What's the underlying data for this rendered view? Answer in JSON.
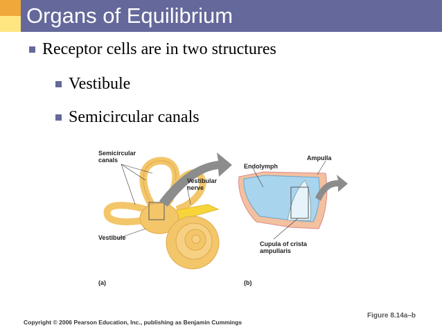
{
  "slide": {
    "title": "Organs of Equilibrium",
    "bullets": [
      "Receptor cells are in two structures",
      "Vestibule",
      "Semicircular canals"
    ]
  },
  "figure": {
    "labels": {
      "semicircular_canals_1": "Semicircular",
      "semicircular_canals_2": "canals",
      "vestibular_nerve_1": "Vestibular",
      "vestibular_nerve_2": "nerve",
      "vestibule": "Vestibule",
      "endolymph": "Endolymph",
      "ampulla": "Ampulla",
      "cupula_1": "Cupula of crista",
      "cupula_2": "ampullaris",
      "part_a": "(a)",
      "part_b": "(b)"
    }
  },
  "footer": {
    "copyright": "Copyright © 2006 Pearson Education, Inc., publishing as Benjamin Cummings",
    "figure_ref": "Figure 8.14a–b"
  },
  "colors": {
    "title_bar": "#64689a",
    "accent_orange": "#f0a83a",
    "accent_yellow": "#ffe680",
    "bone_tan": "#f3c66a",
    "endolymph_blue": "#a9d4ee",
    "arrow_gray": "#8c8c8c",
    "nerve_yellow": "#f7d53a"
  }
}
